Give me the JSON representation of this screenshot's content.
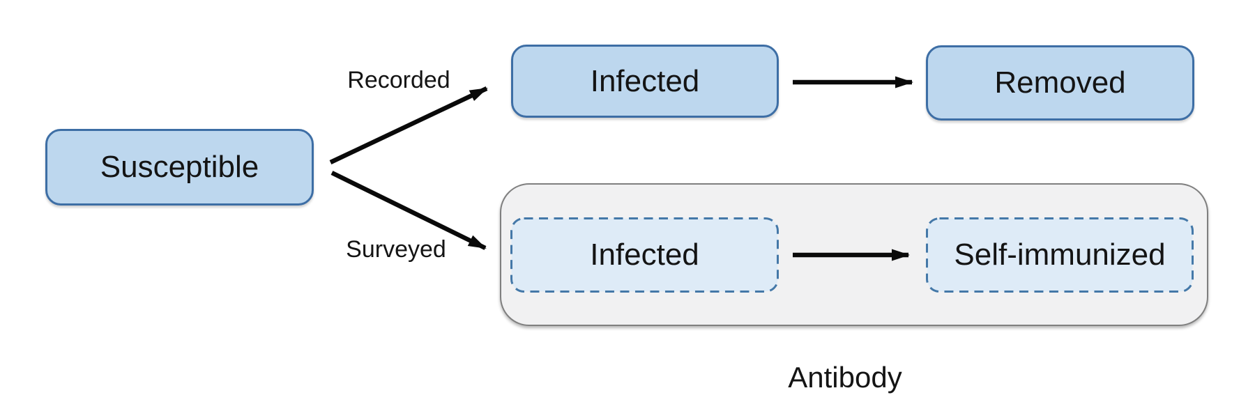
{
  "colors": {
    "box-fill": "#BDD7EE",
    "box-border": "#3D6EA5",
    "dashed-fill": "#DEEBF7",
    "dashed-border": "#4478A8",
    "group-fill": "#F1F1F2",
    "group-border": "#7F7F7F",
    "arrow": "#0A0A0A",
    "text": "#141414"
  },
  "diagram": {
    "nodes": {
      "susceptible": "Susceptible",
      "infected_recorded": "Infected",
      "removed": "Removed",
      "infected_surveyed": "Infected",
      "self_immunized": "Self-immunized"
    },
    "edge_labels": {
      "recorded": "Recorded",
      "surveyed": "Surveyed"
    },
    "group_label": "Antibody"
  }
}
